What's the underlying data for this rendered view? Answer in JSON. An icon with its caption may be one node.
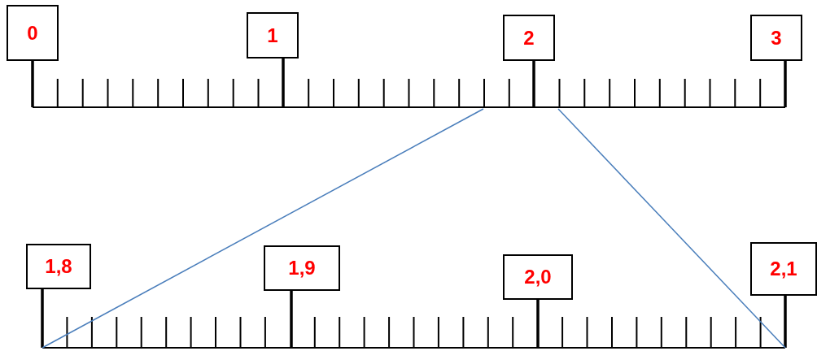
{
  "diagram": {
    "nodes": [
      {
        "text": [
          "0"
        ]
      },
      {
        "text": [
          "1"
        ]
      },
      {
        "text": [
          "2"
        ]
      },
      {
        "text": [
          "3"
        ]
      },
      {
        "text": [
          "1,8"
        ]
      },
      {
        "text": [
          "1,9"
        ]
      },
      {
        "text": [
          "2,0"
        ]
      },
      {
        "text": [
          "2,1"
        ]
      }
    ]
  }
}
